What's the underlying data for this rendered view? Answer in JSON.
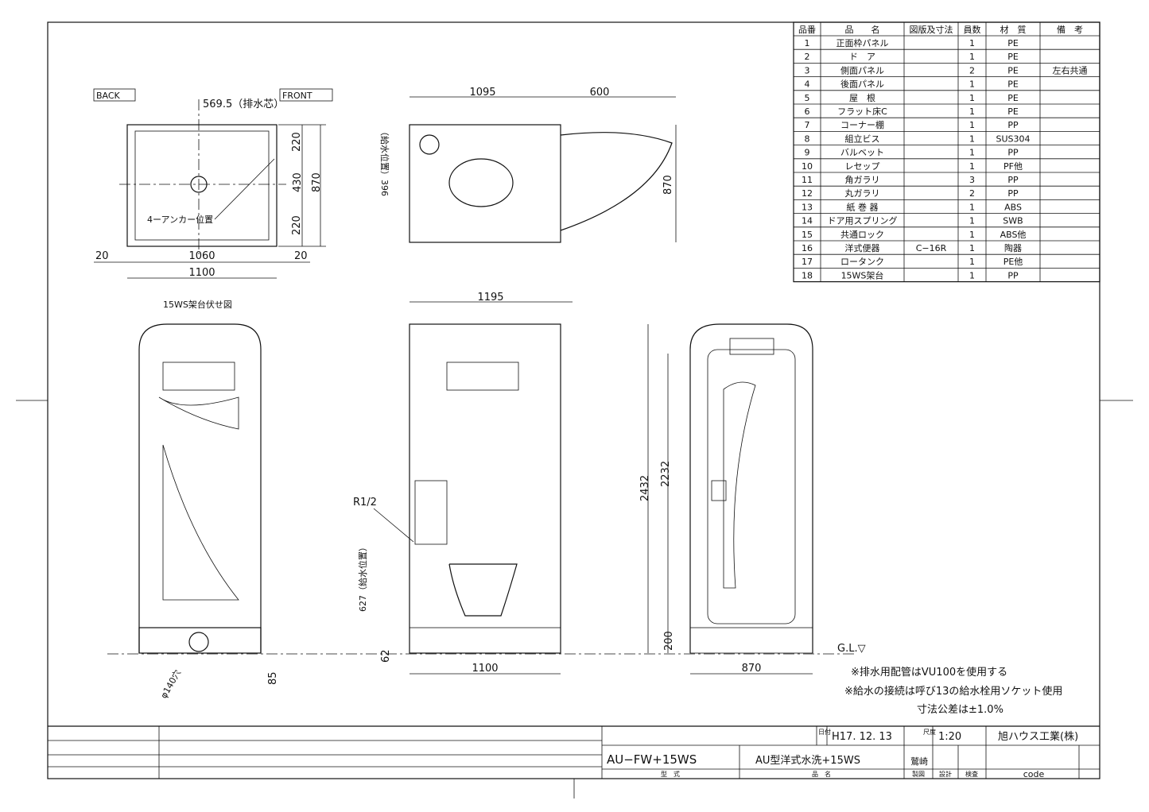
{
  "parts_table": {
    "headers": [
      "品番",
      "品　　名",
      "図版及寸法",
      "員数",
      "材　質",
      "備　考"
    ],
    "rows": [
      [
        "1",
        "正面枠パネル",
        "",
        "1",
        "PE",
        ""
      ],
      [
        "2",
        "ド　ア",
        "",
        "1",
        "PE",
        ""
      ],
      [
        "3",
        "側面パネル",
        "",
        "2",
        "PE",
        "左右共通"
      ],
      [
        "4",
        "後面パネル",
        "",
        "1",
        "PE",
        ""
      ],
      [
        "5",
        "屋　根",
        "",
        "1",
        "PE",
        ""
      ],
      [
        "6",
        "フラット床C",
        "",
        "1",
        "PE",
        ""
      ],
      [
        "7",
        "コーナー棚",
        "",
        "1",
        "PP",
        ""
      ],
      [
        "8",
        "組立ビス",
        "",
        "1",
        "SUS304",
        ""
      ],
      [
        "9",
        "バルベット",
        "",
        "1",
        "PP",
        ""
      ],
      [
        "10",
        "レセップ",
        "",
        "1",
        "PF他",
        ""
      ],
      [
        "11",
        "角ガラリ",
        "",
        "3",
        "PP",
        ""
      ],
      [
        "12",
        "丸ガラリ",
        "",
        "2",
        "PP",
        ""
      ],
      [
        "13",
        "紙 巻 器",
        "",
        "1",
        "ABS",
        ""
      ],
      [
        "14",
        "ドア用スプリング",
        "",
        "1",
        "SWB",
        ""
      ],
      [
        "15",
        "共通ロック",
        "",
        "1",
        "ABS他",
        ""
      ],
      [
        "16",
        "洋式便器",
        "C−16R",
        "1",
        "陶器",
        ""
      ],
      [
        "17",
        "ロータンク",
        "",
        "1",
        "PE他",
        ""
      ],
      [
        "18",
        "15WS架台",
        "",
        "1",
        "PP",
        ""
      ]
    ]
  },
  "plan_view": {
    "back_label": "BACK",
    "front_label": "FRONT",
    "drain_center": "569.5（排水芯）",
    "dim_220a": "220",
    "dim_430": "430",
    "dim_870": "870",
    "dim_220b": "220",
    "anchor_label": "4ーアンカー位置",
    "dim_20a": "20",
    "dim_1060": "1060",
    "dim_20b": "20",
    "dim_1100": "1100"
  },
  "top_view": {
    "dim_1095": "1095",
    "dim_600": "600",
    "dim_870": "870",
    "supply_pos": "（給水位置）396"
  },
  "rear_view": {
    "title": "15WS架台伏せ図",
    "hole": "φ140穴",
    "dim_85": "85"
  },
  "side_view": {
    "dim_1195": "1195",
    "dim_2432": "2432",
    "dim_2232": "2232",
    "supply_pos": "627（給水位置）",
    "dim_62": "62",
    "dim_1100": "1100",
    "pipe": "R1/2"
  },
  "front_view": {
    "dim_200": "200",
    "dim_870": "870",
    "gl": "G.L.▽"
  },
  "notes": [
    "※排水用配管はVU100を使用する",
    "※給水の接続は呼び13の給水栓用ソケット使用",
    "寸法公差は±1.0%"
  ],
  "title_block": {
    "date_label": "日付",
    "date": "H17. 12. 13",
    "scale_label": "尺度",
    "scale": "1:20",
    "company": "旭ハウス工業(株)",
    "model": "AU−FW+15WS",
    "product_name": "AU型洋式水洗+15WS",
    "drafter": "鷲崎",
    "model_label": "型　式",
    "name_label": "品　名",
    "drawn_label": "製図",
    "design_label": "設計",
    "check_label": "検査",
    "code_label": "code"
  }
}
